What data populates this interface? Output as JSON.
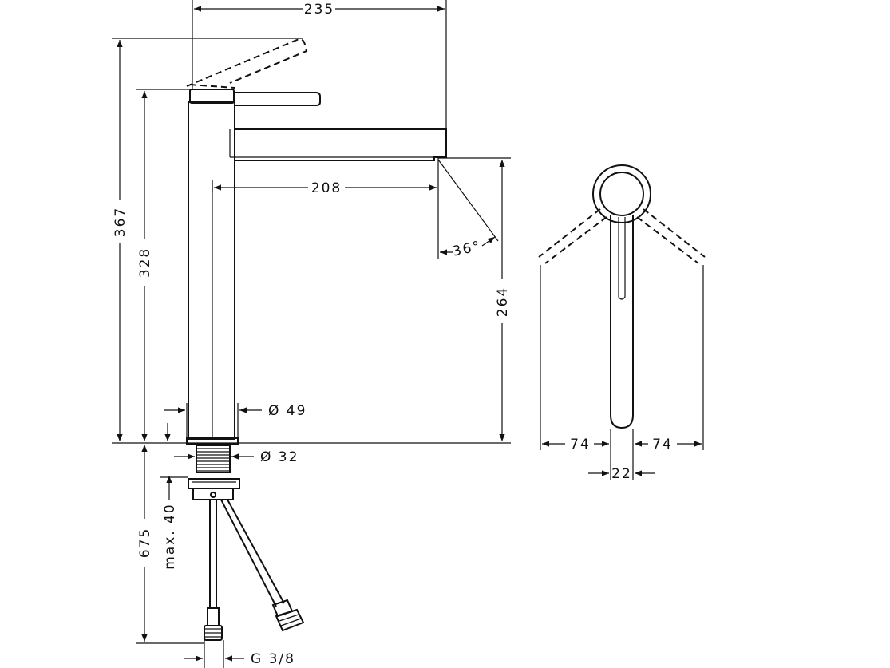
{
  "dimensions": {
    "width_total": "235",
    "spout_reach": "208",
    "angle": "36°",
    "height_total": "367",
    "height_body": "328",
    "spout_height": "264",
    "body_diameter": "Ø 49",
    "thread_diameter": "Ø 32",
    "deck_thickness": "max. 40",
    "hose_length": "675",
    "connection": "G 3/8",
    "swing_left": "74",
    "swing_right": "74",
    "handle_width": "22"
  }
}
